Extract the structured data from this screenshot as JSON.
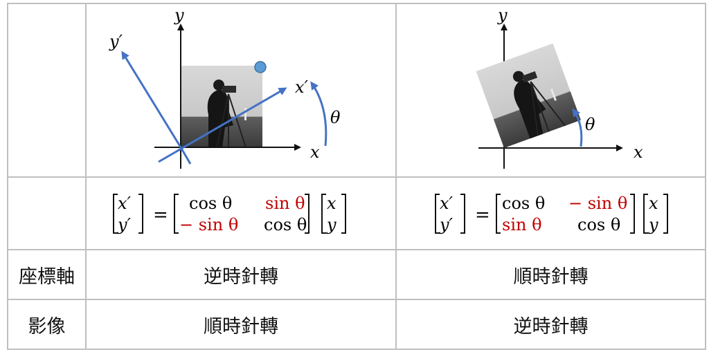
{
  "row_labels": {
    "axes": "座標軸",
    "image": "影像"
  },
  "columns": [
    {
      "axes_rotation": "逆時針轉",
      "image_rotation": "順時針轉",
      "diagram": {
        "y_label": "y",
        "x_label": "x",
        "yp_label": "y′",
        "xp_label": "x′",
        "angle_label": "θ"
      },
      "matrix": {
        "lhs": [
          "x′",
          "y′"
        ],
        "m11": "cos θ",
        "m12": "sin θ",
        "m21": "− sin θ",
        "m22": "cos θ",
        "rhs": [
          "x",
          "y"
        ]
      }
    },
    {
      "axes_rotation": "順時針轉",
      "image_rotation": "逆時針轉",
      "diagram": {
        "y_label": "y",
        "x_label": "x",
        "angle_label": "θ"
      },
      "matrix": {
        "lhs": [
          "x′",
          "y′"
        ],
        "m11": "cos θ",
        "m12": "− sin θ",
        "m21": "sin θ",
        "m22": "cos θ",
        "rhs": [
          "x",
          "y"
        ]
      }
    }
  ],
  "colors": {
    "axis_arrow": "#4472c4",
    "red_term": "#c00000",
    "marker": "#5b9bd5",
    "grid": "#bfbfbf"
  }
}
